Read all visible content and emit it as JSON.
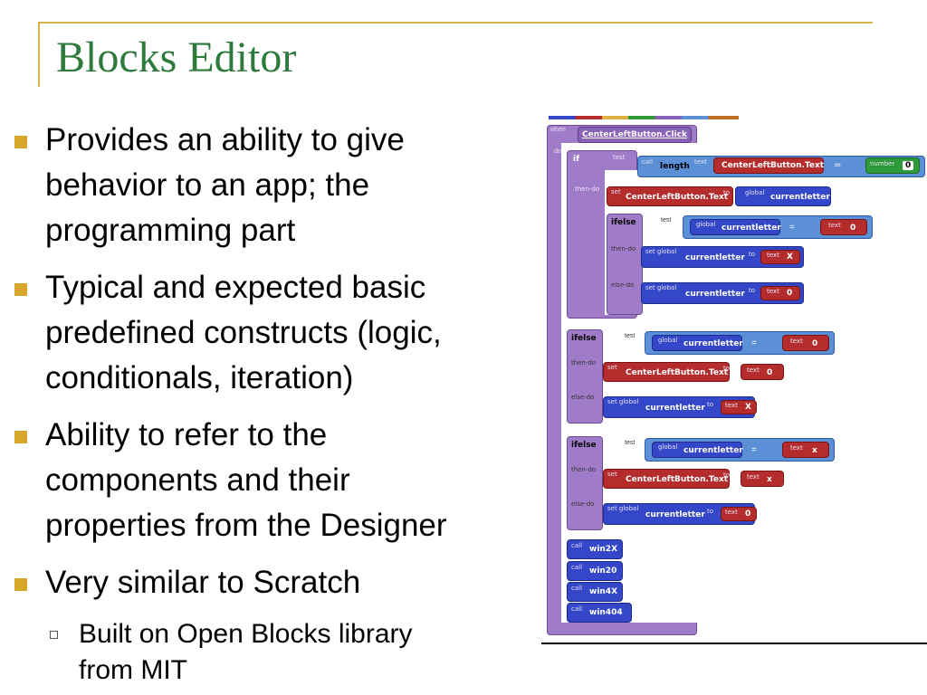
{
  "slide": {
    "title": "Blocks Editor",
    "bullets": [
      {
        "text": "Provides an ability to give\nbehavior to an app; the\nprogramming part"
      },
      {
        "text": "Typical and expected basic\npredefined constructs (logic,\nconditionals, iteration)"
      },
      {
        "text": "Ability to refer to the\ncomponents and their\nproperties from the Designer"
      },
      {
        "text": "Very similar to Scratch"
      }
    ],
    "sub_bullets": [
      {
        "text": "Built on Open Blocks library\nfrom MIT"
      }
    ]
  },
  "blocks": {
    "when_label": "when",
    "event": "CenterLeftButton.Click",
    "do_label": "do",
    "if_label": "if",
    "test_label": "test",
    "then_do": "then-do",
    "else_do": "else-do",
    "call_label": "call",
    "length_label": "length",
    "text_label": "text",
    "number_label": "number",
    "eq": "=",
    "set_label": "set",
    "to_label": "to",
    "global_label": "global",
    "set_global_label": "set global",
    "ifelse_label": "ifelse",
    "property": "CenterLeftButton.Text",
    "variable": "currentletter",
    "zero": "0",
    "x_upper": "X",
    "x_lower": "x",
    "procs": [
      "win2X",
      "win20",
      "win4X",
      "win404"
    ]
  },
  "colors": {
    "title": "#2e7a3c",
    "bullet": "#d6a72b",
    "frame": "#d6b34a",
    "control": "#a07cc8",
    "variable_block": "#3447c8",
    "text_block": "#b52c2c",
    "number_block": "#2f9a3a"
  }
}
